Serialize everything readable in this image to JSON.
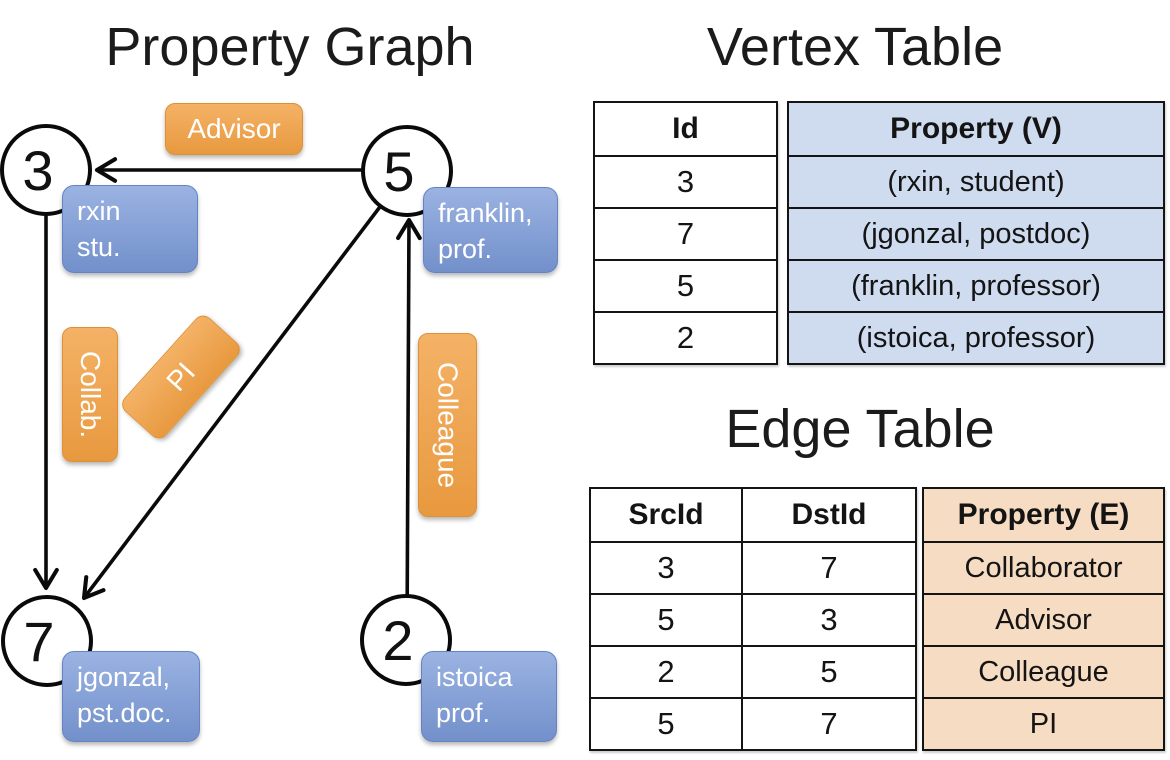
{
  "colors": {
    "accent_orange_light": "#F4B266",
    "accent_orange_dark": "#E8993F",
    "accent_orange_border": "#DE9134",
    "accent_blue_light": "#9AB3E2",
    "accent_blue_dark": "#7390CB",
    "accent_blue_border": "#6583C4",
    "table_blue_fill": "#CFDCF0",
    "table_orange_fill": "#F6DCC2"
  },
  "diagram": {
    "title": "Property Graph",
    "nodes": [
      {
        "id": "3",
        "prop_line1": "rxin",
        "prop_line2": "stu."
      },
      {
        "id": "5",
        "prop_line1": "franklin,",
        "prop_line2": "prof."
      },
      {
        "id": "7",
        "prop_line1": "jgonzal,",
        "prop_line2": "pst.doc."
      },
      {
        "id": "2",
        "prop_line1": "istoica",
        "prop_line2": "prof."
      }
    ],
    "edge_labels": [
      {
        "text": "Advisor"
      },
      {
        "text": "Collab."
      },
      {
        "text": "PI"
      },
      {
        "text": "Colleague"
      }
    ]
  },
  "vertex_table": {
    "title": "Vertex Table",
    "headers": {
      "id": "Id",
      "property": "Property (V)"
    },
    "rows": [
      {
        "id": "3",
        "property": "(rxin, student)"
      },
      {
        "id": "7",
        "property": "(jgonzal, postdoc)"
      },
      {
        "id": "5",
        "property": "(franklin, professor)"
      },
      {
        "id": "2",
        "property": "(istoica, professor)"
      }
    ]
  },
  "edge_table": {
    "title": "Edge Table",
    "headers": {
      "src": "SrcId",
      "dst": "DstId",
      "property": "Property (E)"
    },
    "rows": [
      {
        "src": "3",
        "dst": "7",
        "property": "Collaborator"
      },
      {
        "src": "5",
        "dst": "3",
        "property": "Advisor"
      },
      {
        "src": "2",
        "dst": "5",
        "property": "Colleague"
      },
      {
        "src": "5",
        "dst": "7",
        "property": "PI"
      }
    ]
  }
}
